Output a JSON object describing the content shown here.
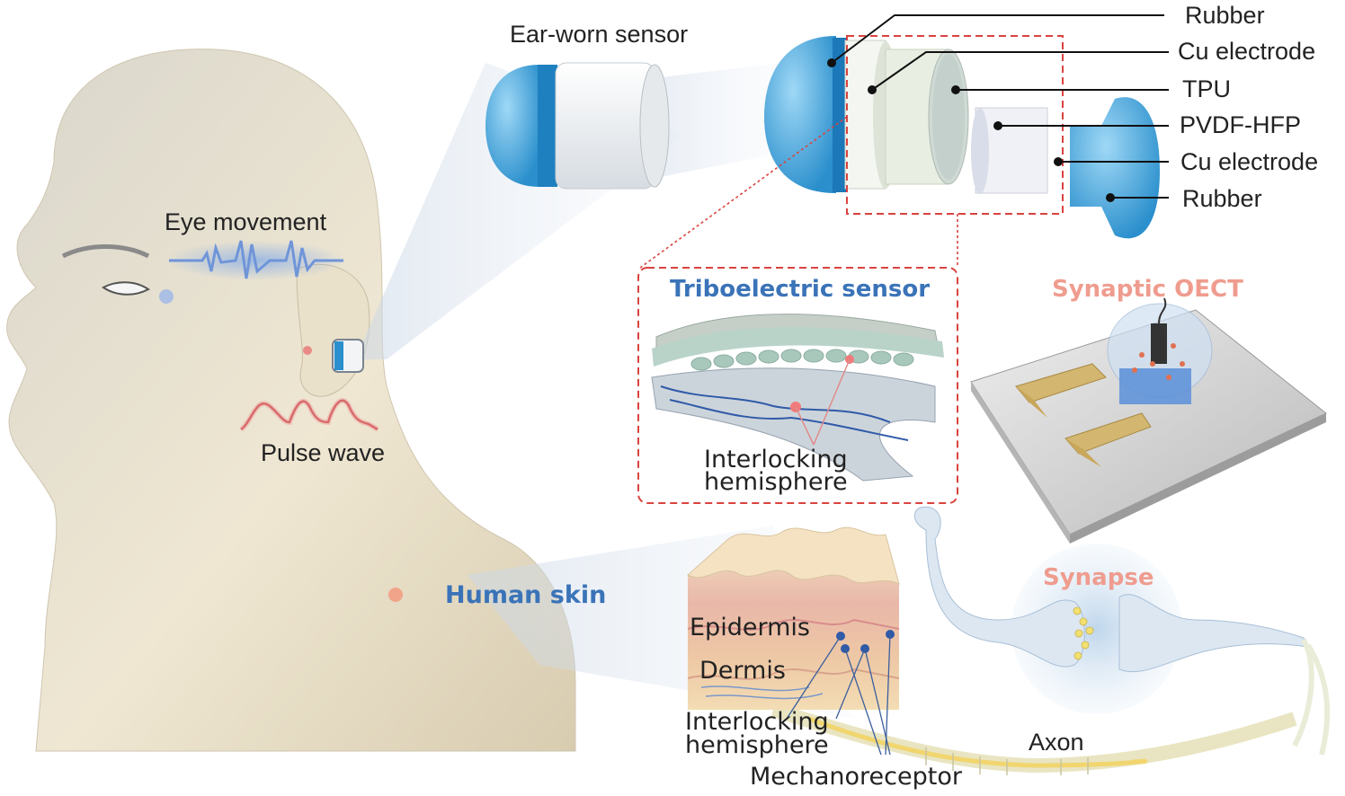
{
  "labels": {
    "ear_worn_sensor": "Ear-worn sensor",
    "eye_movement": "Eye movement",
    "pulse_wave": "Pulse wave",
    "human_skin": "Human skin",
    "triboelectric_sensor": "Triboelectric sensor",
    "interlocking_line1": "Interlocking",
    "interlocking_line2": "hemisphere",
    "synaptic_oect": "Synaptic OECT",
    "synapse": "Synapse",
    "epidermis": "Epidermis",
    "dermis": "Dermis",
    "skin_interlocking_line1": "Interlocking",
    "skin_interlocking_line2": "hemisphere",
    "mechanoreceptor": "Mechanoreceptor",
    "axon": "Axon"
  },
  "layers": [
    {
      "label": "Rubber"
    },
    {
      "label": "Cu electrode"
    },
    {
      "label": "TPU"
    },
    {
      "label": "PVDF-HFP"
    },
    {
      "label": "Cu electrode"
    },
    {
      "label": "Rubber"
    }
  ],
  "colors": {
    "title_blue": "#3a73b8",
    "title_pink": "#ef9c8f",
    "callout_dash": "#d9433f",
    "earbud_blue": "#3aa6dc",
    "skin": "#e9e2cf",
    "electrode_gold": "#c9a75a"
  }
}
